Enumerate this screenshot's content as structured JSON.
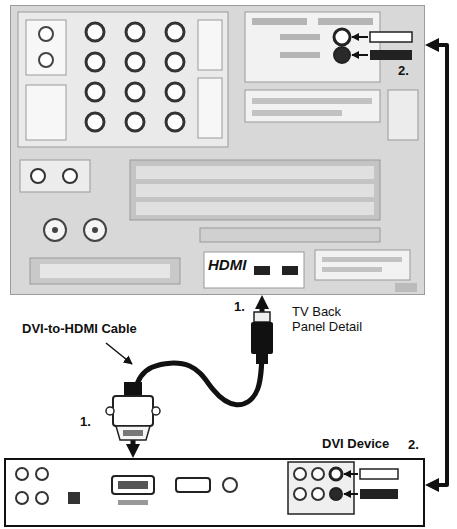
{
  "diagram": {
    "nodes": [
      {
        "text": [
          "HDMI"
        ]
      },
      {
        "text": [
          "DVI Device"
        ]
      }
    ],
    "edges": [
      {
        "from": 1,
        "to": 0,
        "arrow": "both"
      },
      {
        "from": 1,
        "to": 0,
        "arrow": "both"
      }
    ],
    "labels": [
      "2.",
      "1.",
      "TV Back Panel Detail",
      "DVI-to-HDMI Cable",
      "1.",
      "2."
    ]
  }
}
